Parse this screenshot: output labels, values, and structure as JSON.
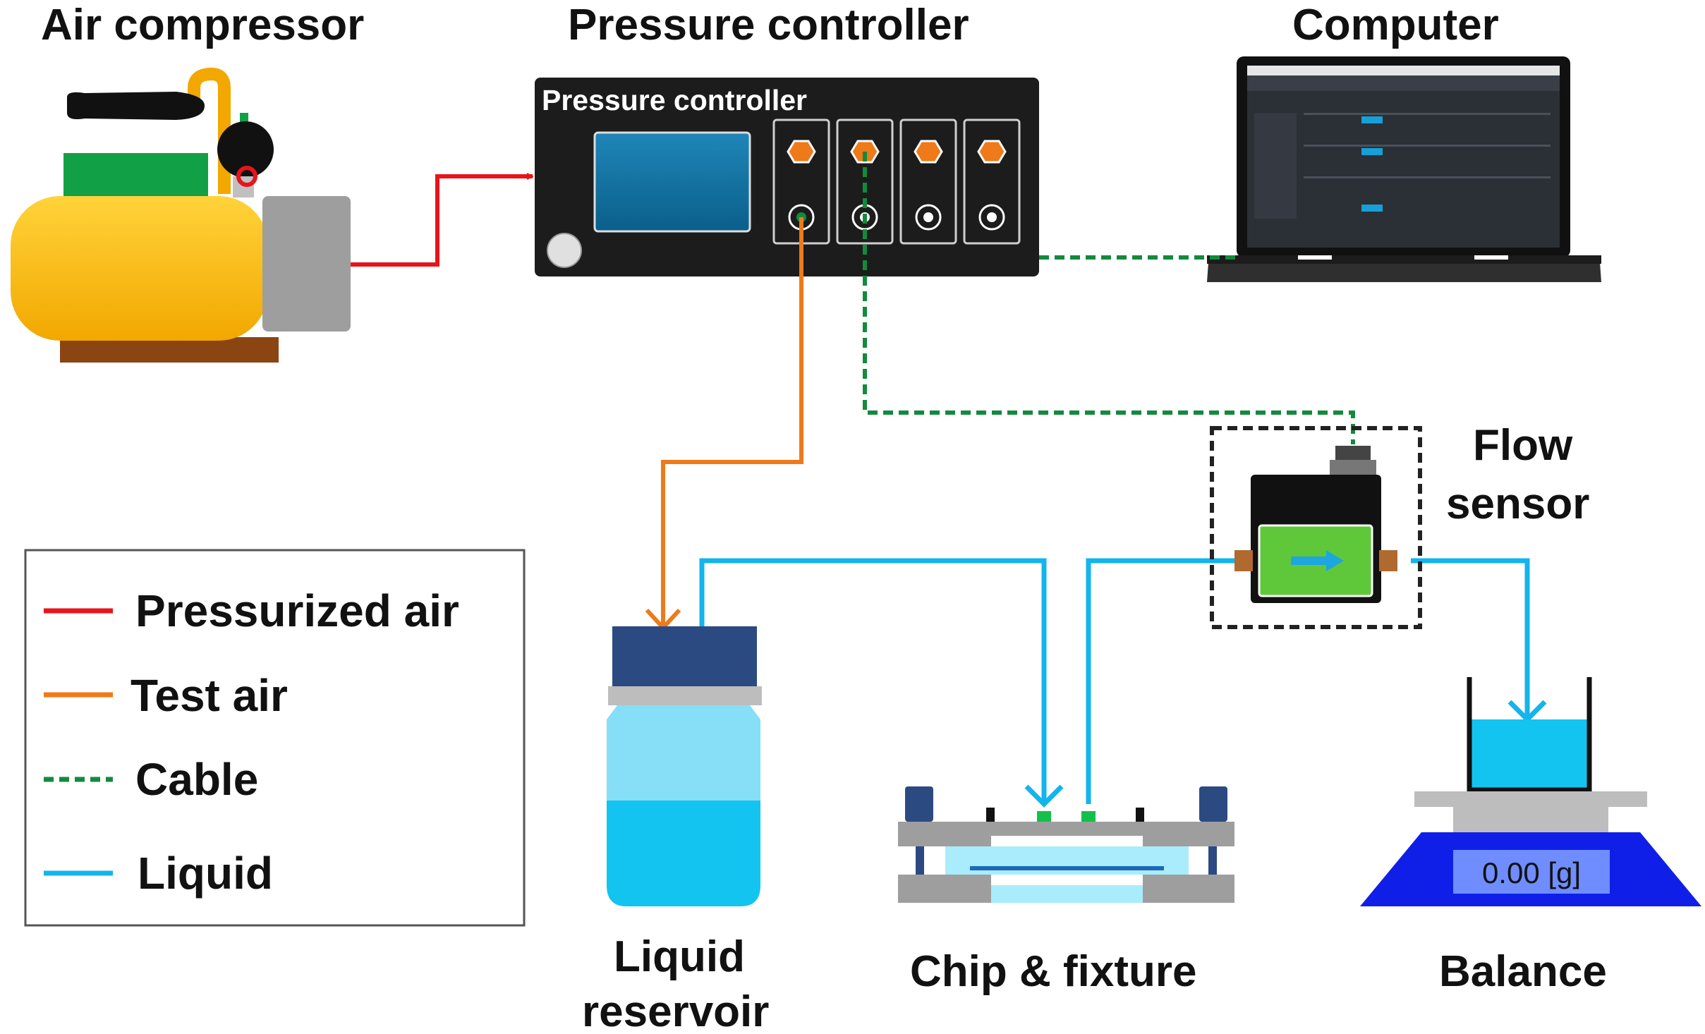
{
  "labels": {
    "air_compressor": "Air compressor",
    "pressure_controller": "Pressure controller",
    "pressure_controller_panel": "Pressure controller",
    "computer": "Computer",
    "flow_sensor_line1": "Flow",
    "flow_sensor_line2": "sensor",
    "liquid_reservoir_line1": "Liquid",
    "liquid_reservoir_line2": "reservoir",
    "chip_fixture": "Chip & fixture",
    "balance": "Balance",
    "balance_display": "0.00 [g]"
  },
  "legend": {
    "items": [
      {
        "label": "Pressurized air",
        "color": "#e8141b",
        "style": "solid"
      },
      {
        "label": "Test air",
        "color": "#ee7a1a",
        "style": "solid"
      },
      {
        "label": "Cable",
        "color": "#138a3c",
        "style": "dashed"
      },
      {
        "label": "Liquid",
        "color": "#14b4ec",
        "style": "solid"
      }
    ]
  },
  "colors": {
    "pressurized_air": "#e8141b",
    "test_air": "#ee7a1a",
    "cable": "#138a3c",
    "liquid": "#14b4ec"
  }
}
